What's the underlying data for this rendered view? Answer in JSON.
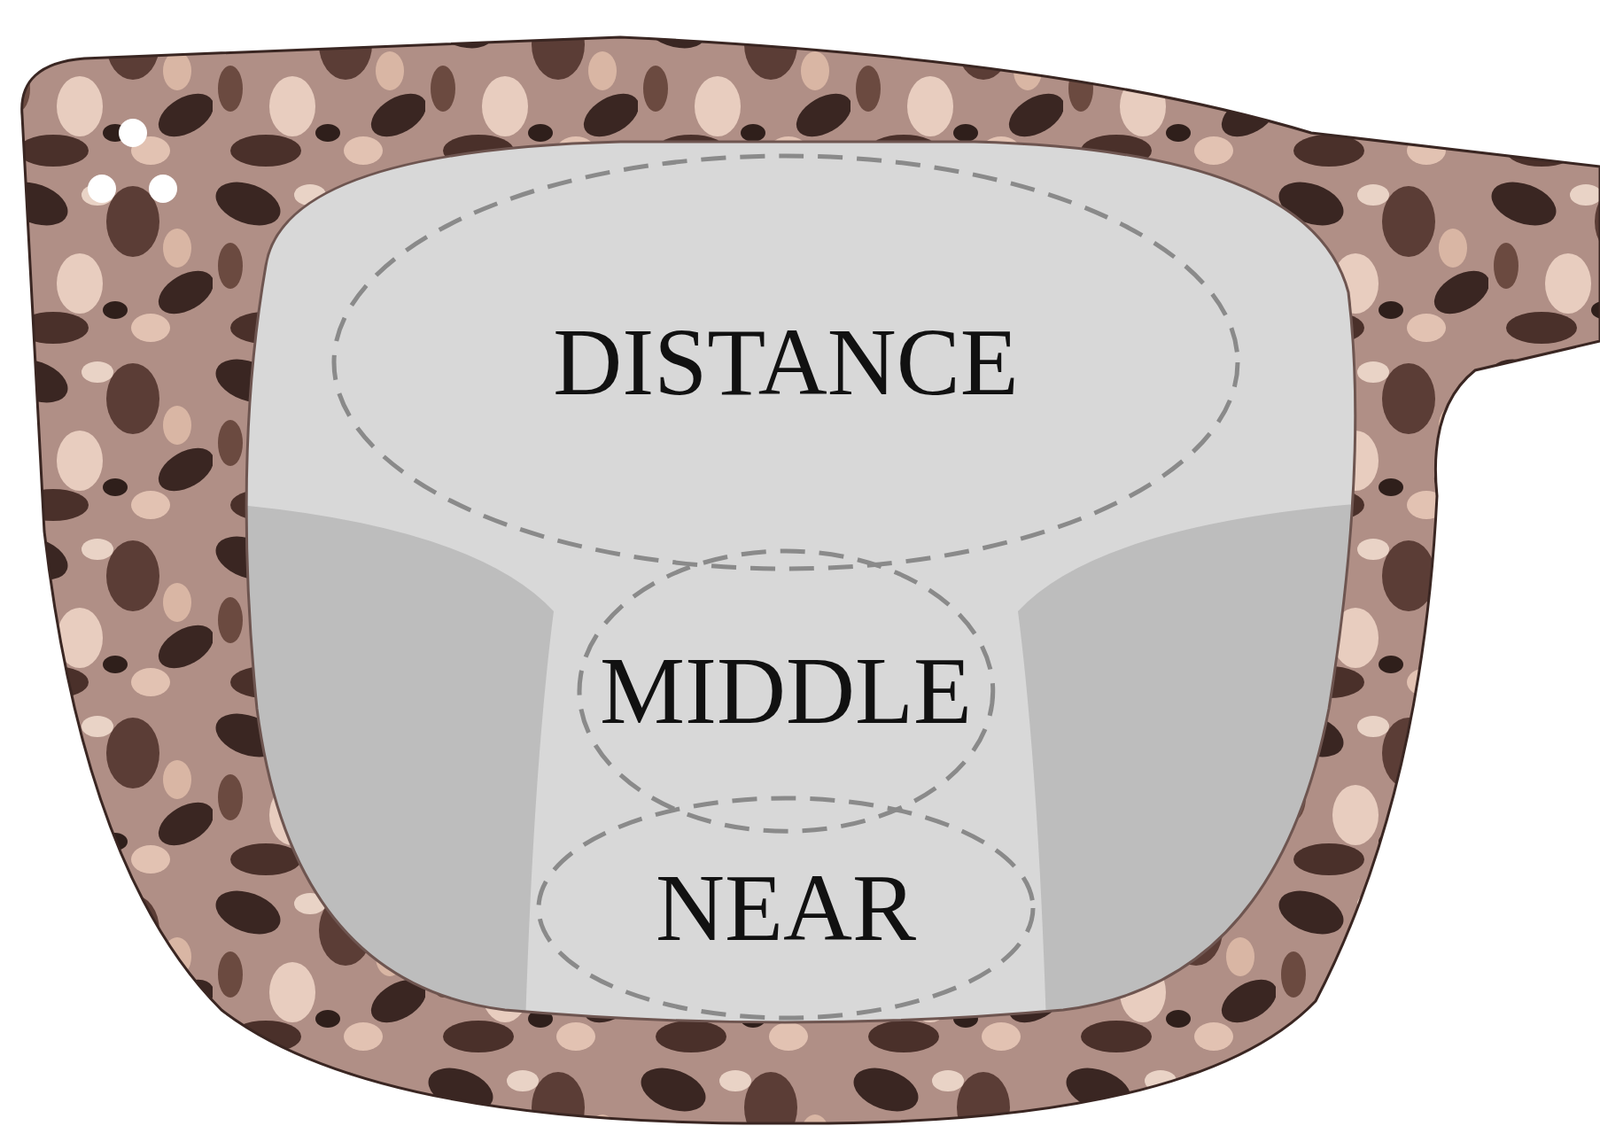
{
  "diagram": {
    "nodes": [
      {
        "text": [
          "DISTANCE"
        ]
      },
      {
        "text": [
          "MIDDLE"
        ]
      },
      {
        "text": [
          "NEAR"
        ]
      }
    ]
  }
}
